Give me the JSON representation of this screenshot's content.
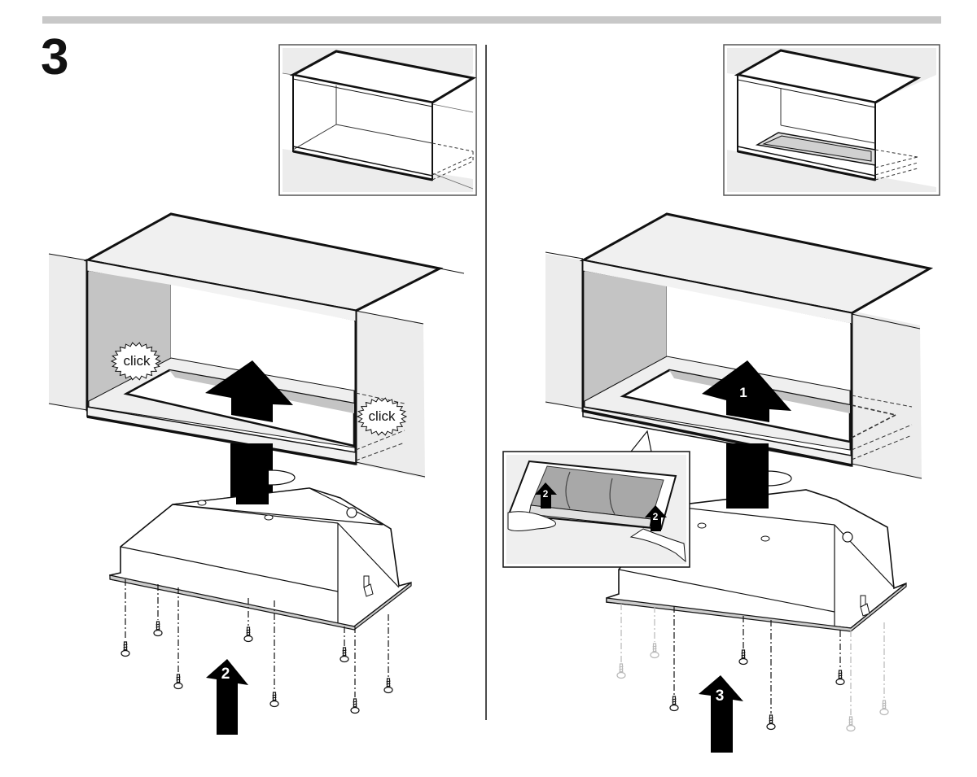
{
  "page": {
    "step_number": "3",
    "header_bar_color": "#c8c8c8"
  },
  "colors": {
    "line": "#111111",
    "wall_fill": "#ececec",
    "cabinet_side_fill": "#c4c4c4",
    "panel_fill": "#f0f0f0",
    "ghost_screw": "#b8b8b8",
    "arrow": "#000000",
    "arrow_label": "#ffffff"
  },
  "left_panel": {
    "callouts": [
      "click",
      "click"
    ],
    "arrow_up_label": "",
    "arrow_bottom_label": "2"
  },
  "right_panel": {
    "arrow_up_label": "1",
    "arrow_bottom_label": "3",
    "inset_arrow_labels": [
      "2",
      "2"
    ]
  }
}
